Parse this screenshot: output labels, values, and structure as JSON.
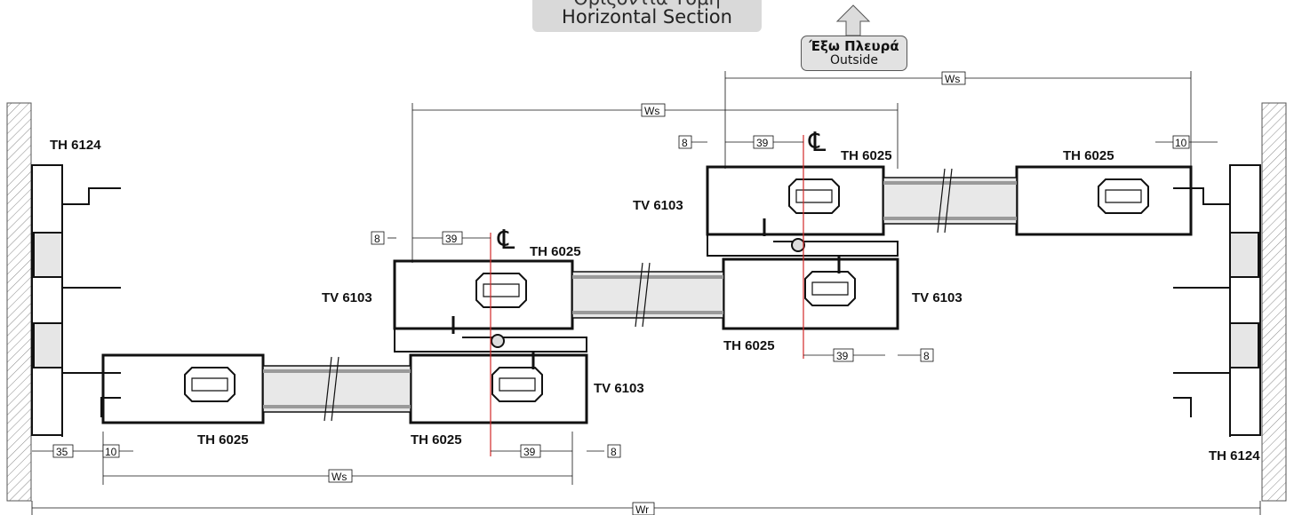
{
  "header": {
    "title_partial": "Οριζόντια Τομή",
    "title": "Horizontal Section"
  },
  "orientation": {
    "label_gr": "Έξω Πλευρά",
    "label_en": "Outside"
  },
  "profiles": {
    "th6124_left": "TH 6124",
    "th6124_right": "TH 6124",
    "th6025_top_left": "TH 6025",
    "th6025_top_right": "TH 6025",
    "th6025_mid_upper": "TH 6025",
    "th6025_mid_lower": "TH 6025",
    "th6025_bottom_left": "TH 6025",
    "th6025_bottom_mid": "TH 6025",
    "tv6103_top": "TV 6103",
    "tv6103_mid_left": "TV 6103",
    "tv6103_mid_right": "TV 6103",
    "tv6103_bottom": "TV 6103"
  },
  "dimensions": {
    "ws_top": "Ws",
    "ws_mid": "Ws",
    "ws_bottom": "Ws",
    "wr": "Wr",
    "d8_a": "8",
    "d39_a": "39",
    "d10_a": "10",
    "d8_b": "8",
    "d39_b": "39",
    "d39_c": "39",
    "d8_c": "8",
    "d35": "35",
    "d10_b": "10",
    "d39_d": "39",
    "d8_d": "8"
  },
  "centerline": {
    "symbol": "℄"
  },
  "colors": {
    "profile": "#111111",
    "glass": "#e8e8e8",
    "gasket": "#9a9a9a",
    "wall_hatch": "#888888",
    "centerline": "#d22a2a",
    "badge_bg": "#e2e2e2",
    "title_bg": "#d9d9d9"
  }
}
